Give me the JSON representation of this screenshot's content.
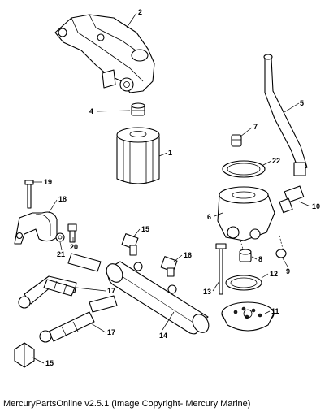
{
  "caption": "MercuryPartsOnline v2.5.1 (Image Copyright- Mercury Marine)",
  "callouts": [
    "1",
    "2",
    "4",
    "5",
    "6",
    "7",
    "8",
    "9",
    "10",
    "11",
    "12",
    "13",
    "14",
    "15",
    "15",
    "16",
    "17",
    "17",
    "18",
    "19",
    "20",
    "21",
    "22"
  ]
}
